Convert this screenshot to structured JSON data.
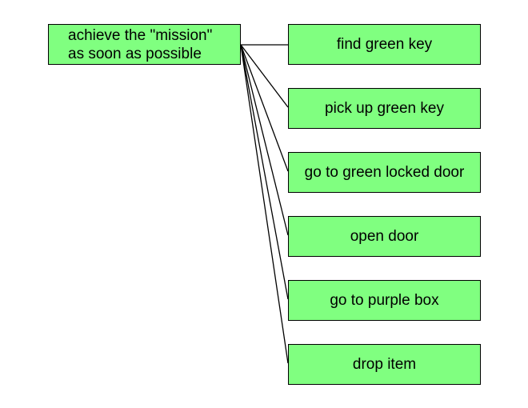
{
  "root": {
    "line1": "achieve the \"mission\"",
    "line2": "as soon as possible"
  },
  "children": [
    {
      "label": "find green key"
    },
    {
      "label": "pick up green key"
    },
    {
      "label": "go to green locked door"
    },
    {
      "label": "open door"
    },
    {
      "label": "go to purple box"
    },
    {
      "label": "drop item"
    }
  ],
  "colors": {
    "node_fill": "#80ff80",
    "node_border": "#000000",
    "connector": "#000000"
  }
}
